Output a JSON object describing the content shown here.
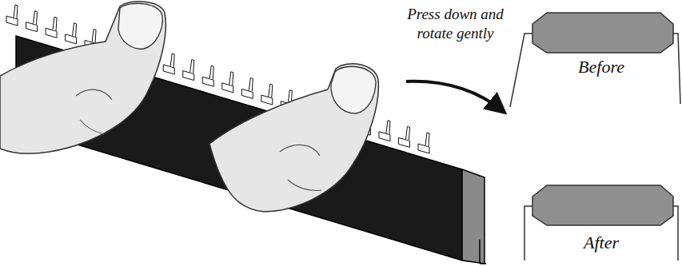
{
  "diagram": {
    "labels": [
      "Press down and rotate gently",
      "Before",
      "After"
    ]
  }
}
